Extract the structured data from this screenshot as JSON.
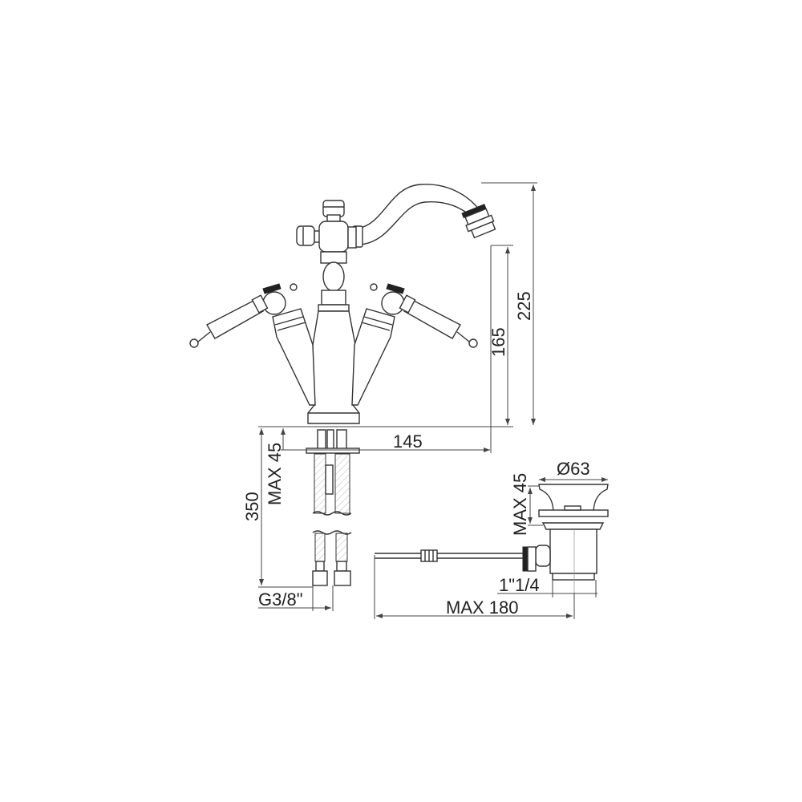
{
  "title": "Bidet mixer technical drawing",
  "colors": {
    "line": "#333333",
    "background": "#ffffff"
  },
  "dimensions": {
    "spout_height": "225",
    "outlet_height": "165",
    "reach": "145",
    "max_deck_thickness": "MAX 45",
    "hose_length": "350",
    "hose_thread": "G3/8\"",
    "waste_diameter": "Ø63",
    "waste_max_thickness": "MAX 45",
    "waste_thread": "1\"1/4",
    "rod_max_length": "MAX 180"
  }
}
